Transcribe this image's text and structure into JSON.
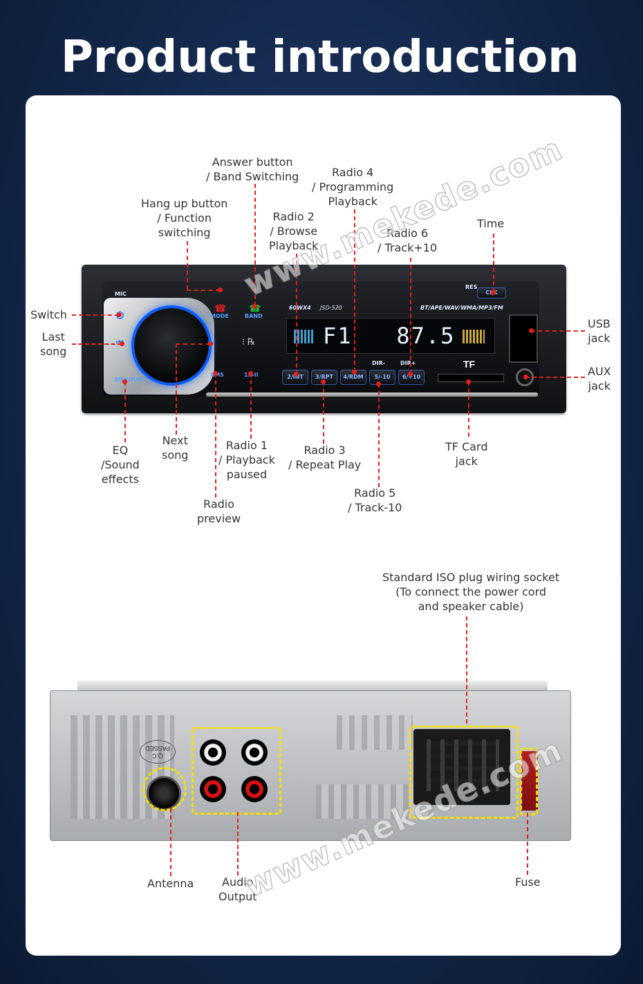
{
  "page": {
    "title": "Product introduction",
    "watermark": "www.mekede.com"
  },
  "front_panel": {
    "model": "JSD-520",
    "power": "60WX4",
    "formats": "BT/APE/WAV/WMA/MP3/FM",
    "display_text": "F1   87.5",
    "panel_labels": {
      "mic": "MIC",
      "res": "RES",
      "clk": "CLK",
      "mode": "MODE",
      "band": "BAND",
      "ams": "AMS",
      "play": "1/▶II",
      "eq": "EQ/LOUD",
      "tf": "TF",
      "dir_minus": "DIR-",
      "dir_plus": "DIR+"
    },
    "preset_buttons": [
      "2/INT",
      "3/RPT",
      "4/RDM",
      "5/-10",
      "6/+10"
    ]
  },
  "callouts": {
    "answer": "Answer button\n/ Band Switching",
    "radio4": "Radio 4\n/ Programming\nPlayback",
    "hangup": "Hang up button\n/ Function\nswitching",
    "radio2": "Radio 2\n/ Browse\nPlayback",
    "radio6": "Radio 6\n/ Track+10",
    "time": "Time",
    "switch": "Switch",
    "last_song": "Last\nsong",
    "usb": "USB\njack",
    "aux": "AUX\njack",
    "eq": "EQ\n/Sound\neffects",
    "next_song": "Next\nsong",
    "radio1": "Radio 1\n/ Playback\npaused",
    "radio3": "Radio 3\n/ Repeat Play",
    "tf_card": "TF Card\njack",
    "radio5": "Radio 5\n/ Track-10",
    "radio_preview": "Radio\npreview"
  },
  "rear": {
    "iso_label": "Standard ISO plug wiring socket\n(To connect the power cord\nand speaker cable)",
    "antenna": "Antenna",
    "audio_output": "Audio\nOutput",
    "fuse": "Fuse",
    "qc_stamp": "Q.C\nPASSED"
  },
  "colors": {
    "background": "#13274a",
    "callout_line": "#e02020",
    "highlight_box": "#f5e000",
    "button_accent": "#3a5aa8"
  }
}
